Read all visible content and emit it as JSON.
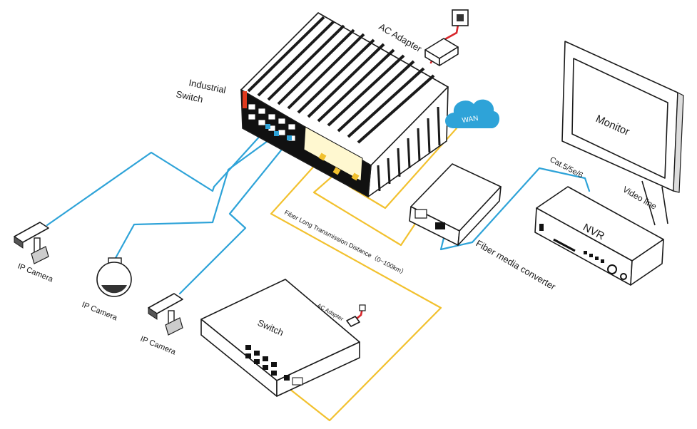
{
  "labels": {
    "industrial_switch_line1": "Industrial",
    "industrial_switch_line2": "Switch",
    "ac_adapter_top": "AC Adapter",
    "wan": "WAN",
    "monitor": "Monitor",
    "cat_cable": "Cat.5/5e/6",
    "video_line": "Video line",
    "nvr": "NVR",
    "fiber_media_converter": "Fiber media converter",
    "fiber_distance": "Fiber Long Transmission Distance（0~100km）",
    "ip_camera_1": "IP Camera",
    "ip_camera_2": "IP Camera",
    "ip_camera_3": "IP Camera",
    "switch": "Switch",
    "ac_adapter_small": "AC Adapter"
  },
  "colors": {
    "ethernet_cable": "#2ea3d8",
    "fiber_cable": "#f2c12e",
    "power_cable": "#d8262b",
    "wan_cloud": "#2ea3d8"
  }
}
